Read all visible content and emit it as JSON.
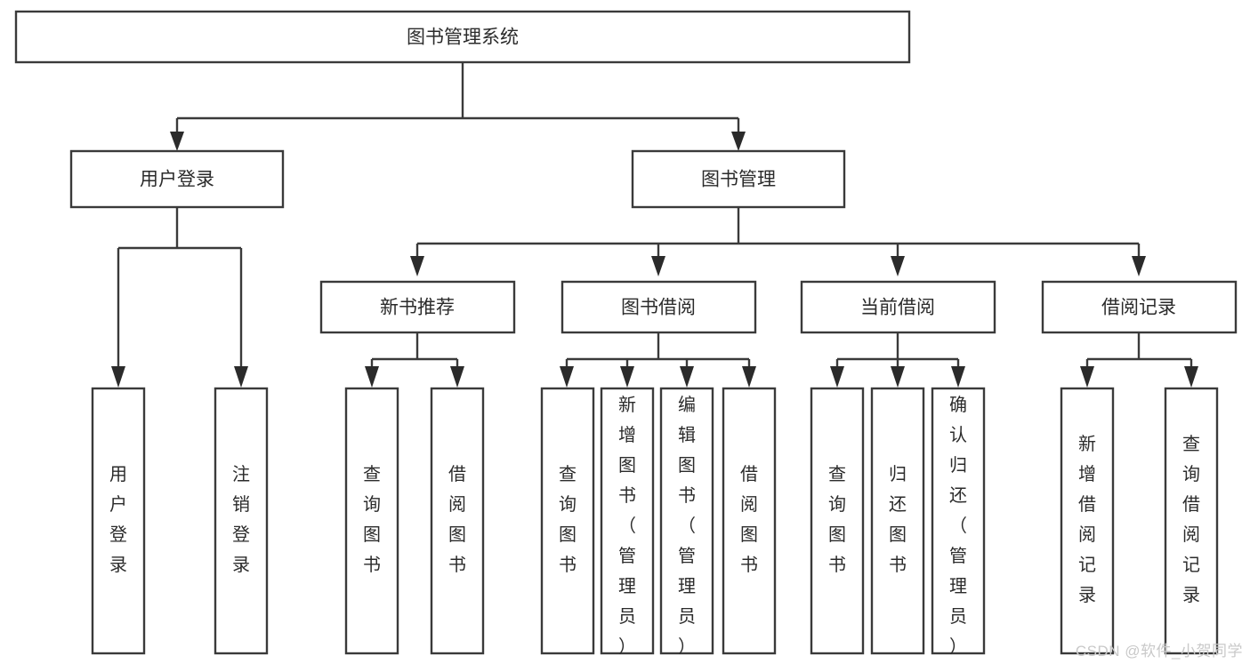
{
  "diagram": {
    "type": "tree-hierarchy",
    "orientation": "top-down",
    "watermark": "CSDN @软件_小贺同学",
    "colors": {
      "box_stroke": "#3a3a3a",
      "box_fill": "#ffffff",
      "text": "#2b2b2b",
      "connector": "#3a3a3a",
      "background": "#ffffff",
      "watermark": "#c9c9c9"
    },
    "root": {
      "label": "图书管理系统"
    },
    "level2": [
      {
        "label": "用户登录"
      },
      {
        "label": "图书管理"
      }
    ],
    "level3": [
      {
        "label": "新书推荐"
      },
      {
        "label": "图书借阅"
      },
      {
        "label": "当前借阅"
      },
      {
        "label": "借阅记录"
      }
    ],
    "leaves": {
      "user_login": [
        {
          "label": "用户登录"
        },
        {
          "label": "注销登录"
        }
      ],
      "new_book_recommend": [
        {
          "label": "查询图书"
        },
        {
          "label": "借阅图书"
        }
      ],
      "book_borrow": [
        {
          "label": "查询图书"
        },
        {
          "label": "新增图书（管理员）"
        },
        {
          "label": "编辑图书（管理员）"
        },
        {
          "label": "借阅图书"
        }
      ],
      "current_borrow": [
        {
          "label": "查询图书"
        },
        {
          "label": "归还图书"
        },
        {
          "label": "确认归还（管理员）"
        }
      ],
      "borrow_record": [
        {
          "label": "新增借阅记录"
        },
        {
          "label": "查询借阅记录"
        }
      ]
    }
  }
}
